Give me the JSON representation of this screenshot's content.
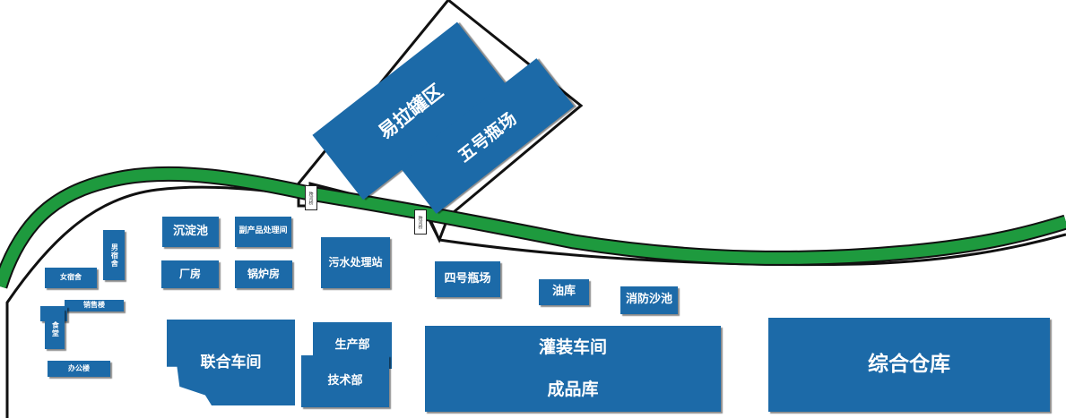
{
  "colors": {
    "building": "#1c6aa8",
    "river": "#1e9a3e",
    "boundary": "#111111",
    "background": "#ffffff"
  },
  "buildings": {
    "yilaguan": "易拉罐区",
    "wuhao": "五号瓶场",
    "chendianchi": "沉淀池",
    "fuchanpin": "副产品处理间",
    "changfang": "厂房",
    "guolufang": "锅炉房",
    "wushui": "污水处理站",
    "sihao": "四号瓶场",
    "youku": "油库",
    "xiaofang": "消防沙池",
    "nvsushe": "女宿舍",
    "nansushe": "男宿舍",
    "xiaoshou": "销售楼",
    "shitang": "食堂",
    "bangonglou": "办公楼",
    "lianhe": "联合车间",
    "shengchan": "生产部",
    "jishu": "技术部",
    "guanzhuang": "灌装车间",
    "chengpin": "成品库",
    "zonghe": "综合仓库"
  },
  "bridges": {
    "left": "跨河桥",
    "right": "跨河桥"
  }
}
